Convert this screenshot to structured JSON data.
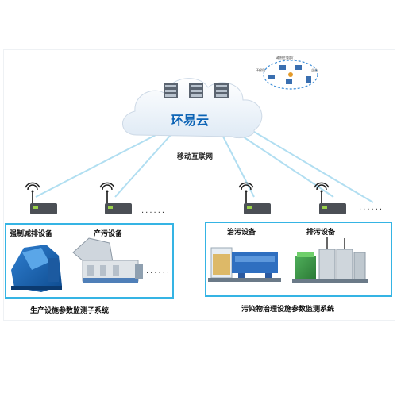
{
  "cloud": {
    "label": "环易云"
  },
  "network": {
    "label": "移动互联网"
  },
  "terminal_ring": {
    "labels": [
      "政府主管部门",
      "环保局",
      "企业"
    ]
  },
  "left_group": {
    "system_label": "生产设施参数监测子系统",
    "equipment": [
      "强制减排设备",
      "产污设备"
    ]
  },
  "right_group": {
    "system_label": "污染物治理设施参数监测系统",
    "equipment": [
      "治污设备",
      "排污设备"
    ]
  },
  "ellipsis": "......",
  "colors": {
    "link": "#9fd6ee",
    "box": "#35b4e4",
    "cloud_text": "#0b63b5"
  }
}
